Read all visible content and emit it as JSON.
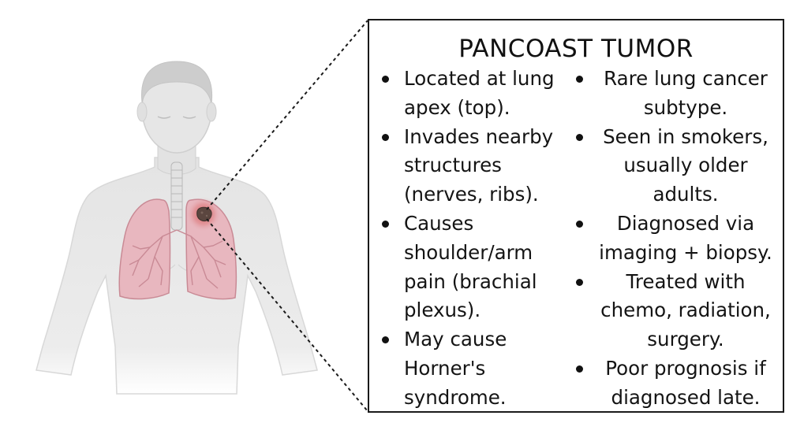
{
  "title": "PANCOAST TUMOR",
  "left_points": [
    "Located at lung apex (top).",
    "Invades nearby structures (nerves, ribs).",
    "Causes shoulder/arm pain (brachial plexus).",
    "May cause Horner's syndrome."
  ],
  "right_points": [
    "Rare lung cancer subtype.",
    "Seen in smokers, usually older adults.",
    "Diagnosed via imaging + biopsy.",
    "Treated with chemo, radiation, surgery.",
    "Poor prognosis if diagnosed late."
  ],
  "colors": {
    "skin": "#e6e6e6",
    "head": "#d2d2d2",
    "lung": "#e8b7bf",
    "bronchi": "#c98a95",
    "tumor_glow": "#cf3b3b",
    "tumor": "#5b463f",
    "border": "#1a1a1a"
  },
  "icons": [
    "human-torso-illustration",
    "lungs-illustration",
    "tumor-marker"
  ]
}
